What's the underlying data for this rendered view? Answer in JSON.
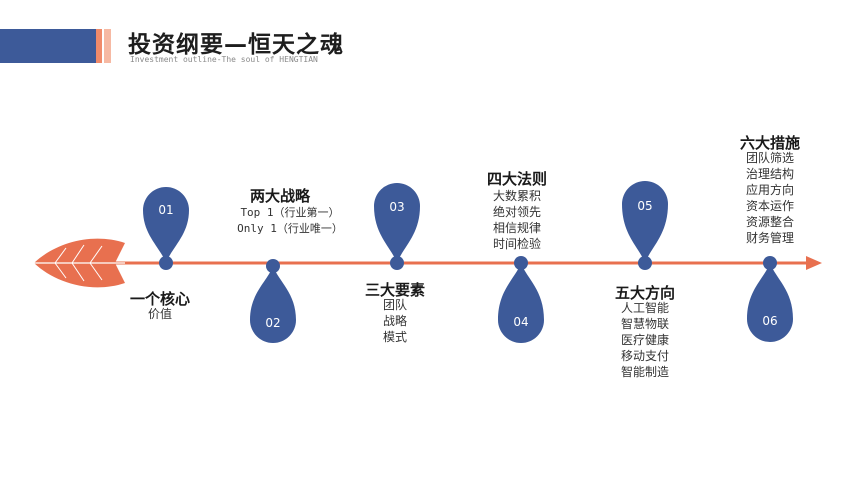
{
  "header": {
    "title": "投资纲要—恒天之魂",
    "subtitle": "Investment outline-The soul of HENGTIAN"
  },
  "colors": {
    "accent": "#3d5a99",
    "line": "#e8704f",
    "light": "#f6b9a3"
  },
  "timeline": {
    "nodes": [
      {
        "number": "01",
        "heading": "一个核心",
        "items": [
          "价值"
        ]
      },
      {
        "number": "02",
        "heading": "两大战略",
        "items": [
          "Top 1（行业第一）",
          "Only 1（行业唯一）"
        ]
      },
      {
        "number": "03",
        "heading": "三大要素",
        "items": [
          "团队",
          "战略",
          "模式"
        ]
      },
      {
        "number": "04",
        "heading": "四大法则",
        "items": [
          "大数累积",
          "绝对领先",
          "相信规律",
          "时间检验"
        ]
      },
      {
        "number": "05",
        "heading": "五大方向",
        "items": [
          "人工智能",
          "智慧物联",
          "医疗健康",
          "移动支付",
          "智能制造"
        ]
      },
      {
        "number": "06",
        "heading": "六大措施",
        "items": [
          "团队筛选",
          "治理结构",
          "应用方向",
          "资本运作",
          "资源整合",
          "财务管理"
        ]
      }
    ]
  }
}
